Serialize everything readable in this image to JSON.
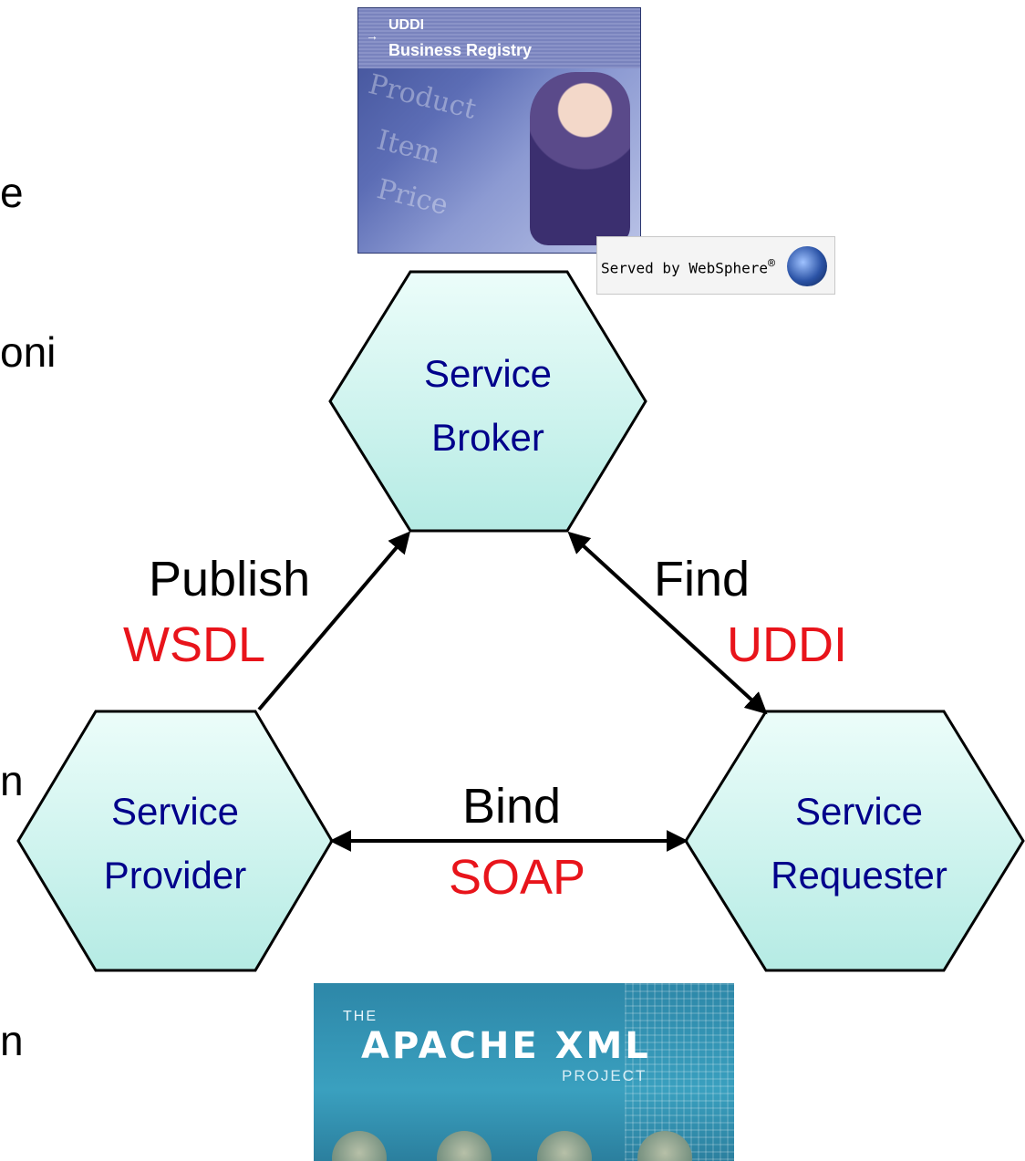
{
  "left_text_fragments": [
    "e",
    "oni",
    "n",
    "n"
  ],
  "nodes": {
    "broker": {
      "line1": "Service",
      "line2": "Broker"
    },
    "provider": {
      "line1": "Service",
      "line2": "Provider"
    },
    "requester": {
      "line1": "Service",
      "line2": "Requester"
    }
  },
  "edges": {
    "publish": {
      "verb": "Publish",
      "tech": "WSDL"
    },
    "find": {
      "verb": "Find",
      "tech": "UDDI"
    },
    "bind": {
      "verb": "Bind",
      "tech": "SOAP"
    }
  },
  "images": {
    "uddi": {
      "arrow": "→",
      "line1": "UDDI",
      "line2": "Business Registry"
    },
    "websphere": {
      "text": "Served by WebSphere",
      "mark": "®"
    },
    "apache": {
      "the": "THE",
      "main": "APACHE XML",
      "project": "PROJECT"
    }
  },
  "colors": {
    "node_text": "#00008b",
    "tech_text": "#e8141b",
    "hex_fill_top": "#e6fbf8",
    "hex_fill_bottom": "#b8ece6"
  }
}
